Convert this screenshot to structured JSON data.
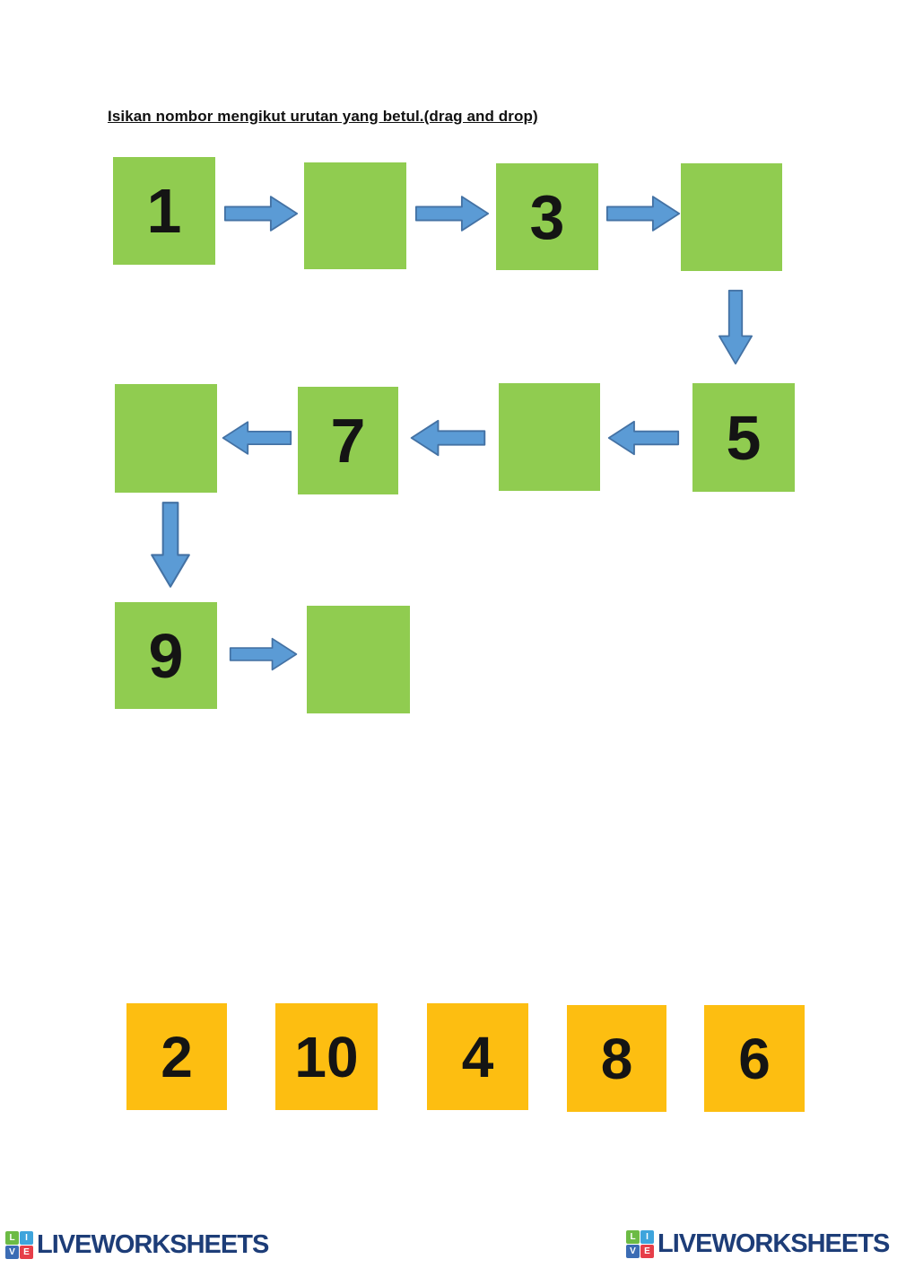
{
  "title": "Isikan nombor mengikut urutan yang betul.(drag and drop)",
  "colors": {
    "slot_green": "#90cc50",
    "tile_orange": "#fdbe11",
    "arrow_fill": "#5b9bd5",
    "arrow_border": "#4472a4",
    "logo_navy": "#1d3d78",
    "number_text": "#141414"
  },
  "sequence": {
    "slots": [
      {
        "value": "1"
      },
      {
        "value": ""
      },
      {
        "value": "3"
      },
      {
        "value": ""
      },
      {
        "value": "5"
      },
      {
        "value": ""
      },
      {
        "value": "7"
      },
      {
        "value": ""
      },
      {
        "value": "9"
      },
      {
        "value": ""
      }
    ]
  },
  "tiles": [
    {
      "value": "2"
    },
    {
      "value": "10"
    },
    {
      "value": "4"
    },
    {
      "value": "8"
    },
    {
      "value": "6"
    }
  ],
  "footer": {
    "brand": "LIVEWORKSHEETS",
    "icon_letters": [
      "L",
      "I",
      "V",
      "E"
    ]
  }
}
